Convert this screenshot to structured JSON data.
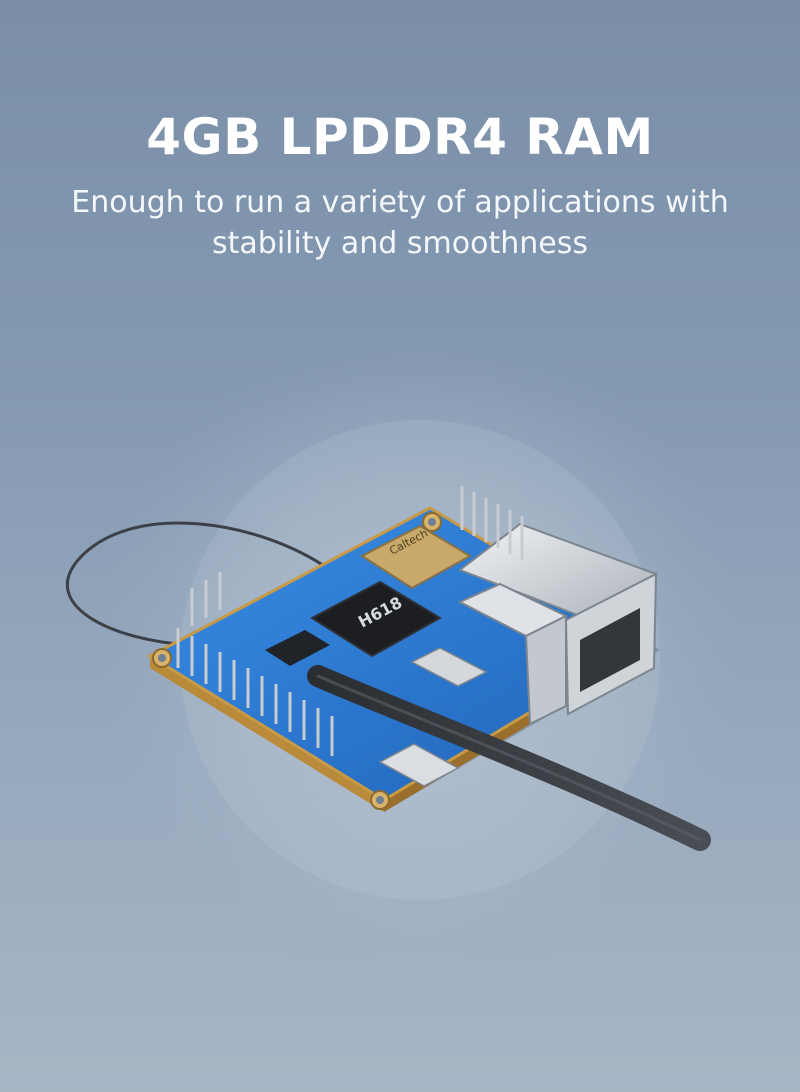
{
  "header": {
    "title": "4GB LPDDR4 RAM",
    "subtitle_line1": "Enough to run a variety of applications with",
    "subtitle_line2": "stability and smoothness"
  },
  "board": {
    "wifi_chip_label": "Caltech",
    "soc_label": "H618"
  },
  "colors": {
    "background_top": "#7a8ea8",
    "background_bottom": "#a7b5c5",
    "pcb_blue": "#2f7fd6",
    "text": "#ffffff"
  }
}
